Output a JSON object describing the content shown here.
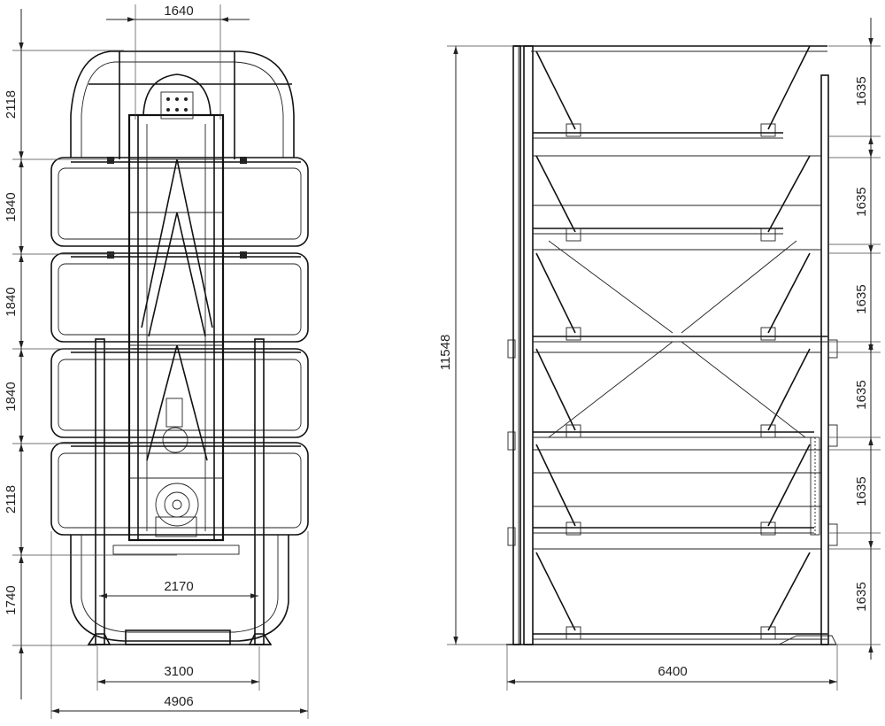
{
  "drawing": {
    "plan_view": {
      "dims_left": [
        "2118",
        "1840",
        "1840",
        "1840",
        "2118",
        "1740"
      ],
      "dim_top": "1640",
      "dim_inner": "2170",
      "dim_bottom_1": "3100",
      "dim_bottom_2": "4906"
    },
    "side_view": {
      "dim_height": "11548",
      "dims_right": [
        "1635",
        "1635",
        "1635",
        "1635",
        "1635",
        "1635"
      ],
      "dim_width": "6400"
    }
  }
}
